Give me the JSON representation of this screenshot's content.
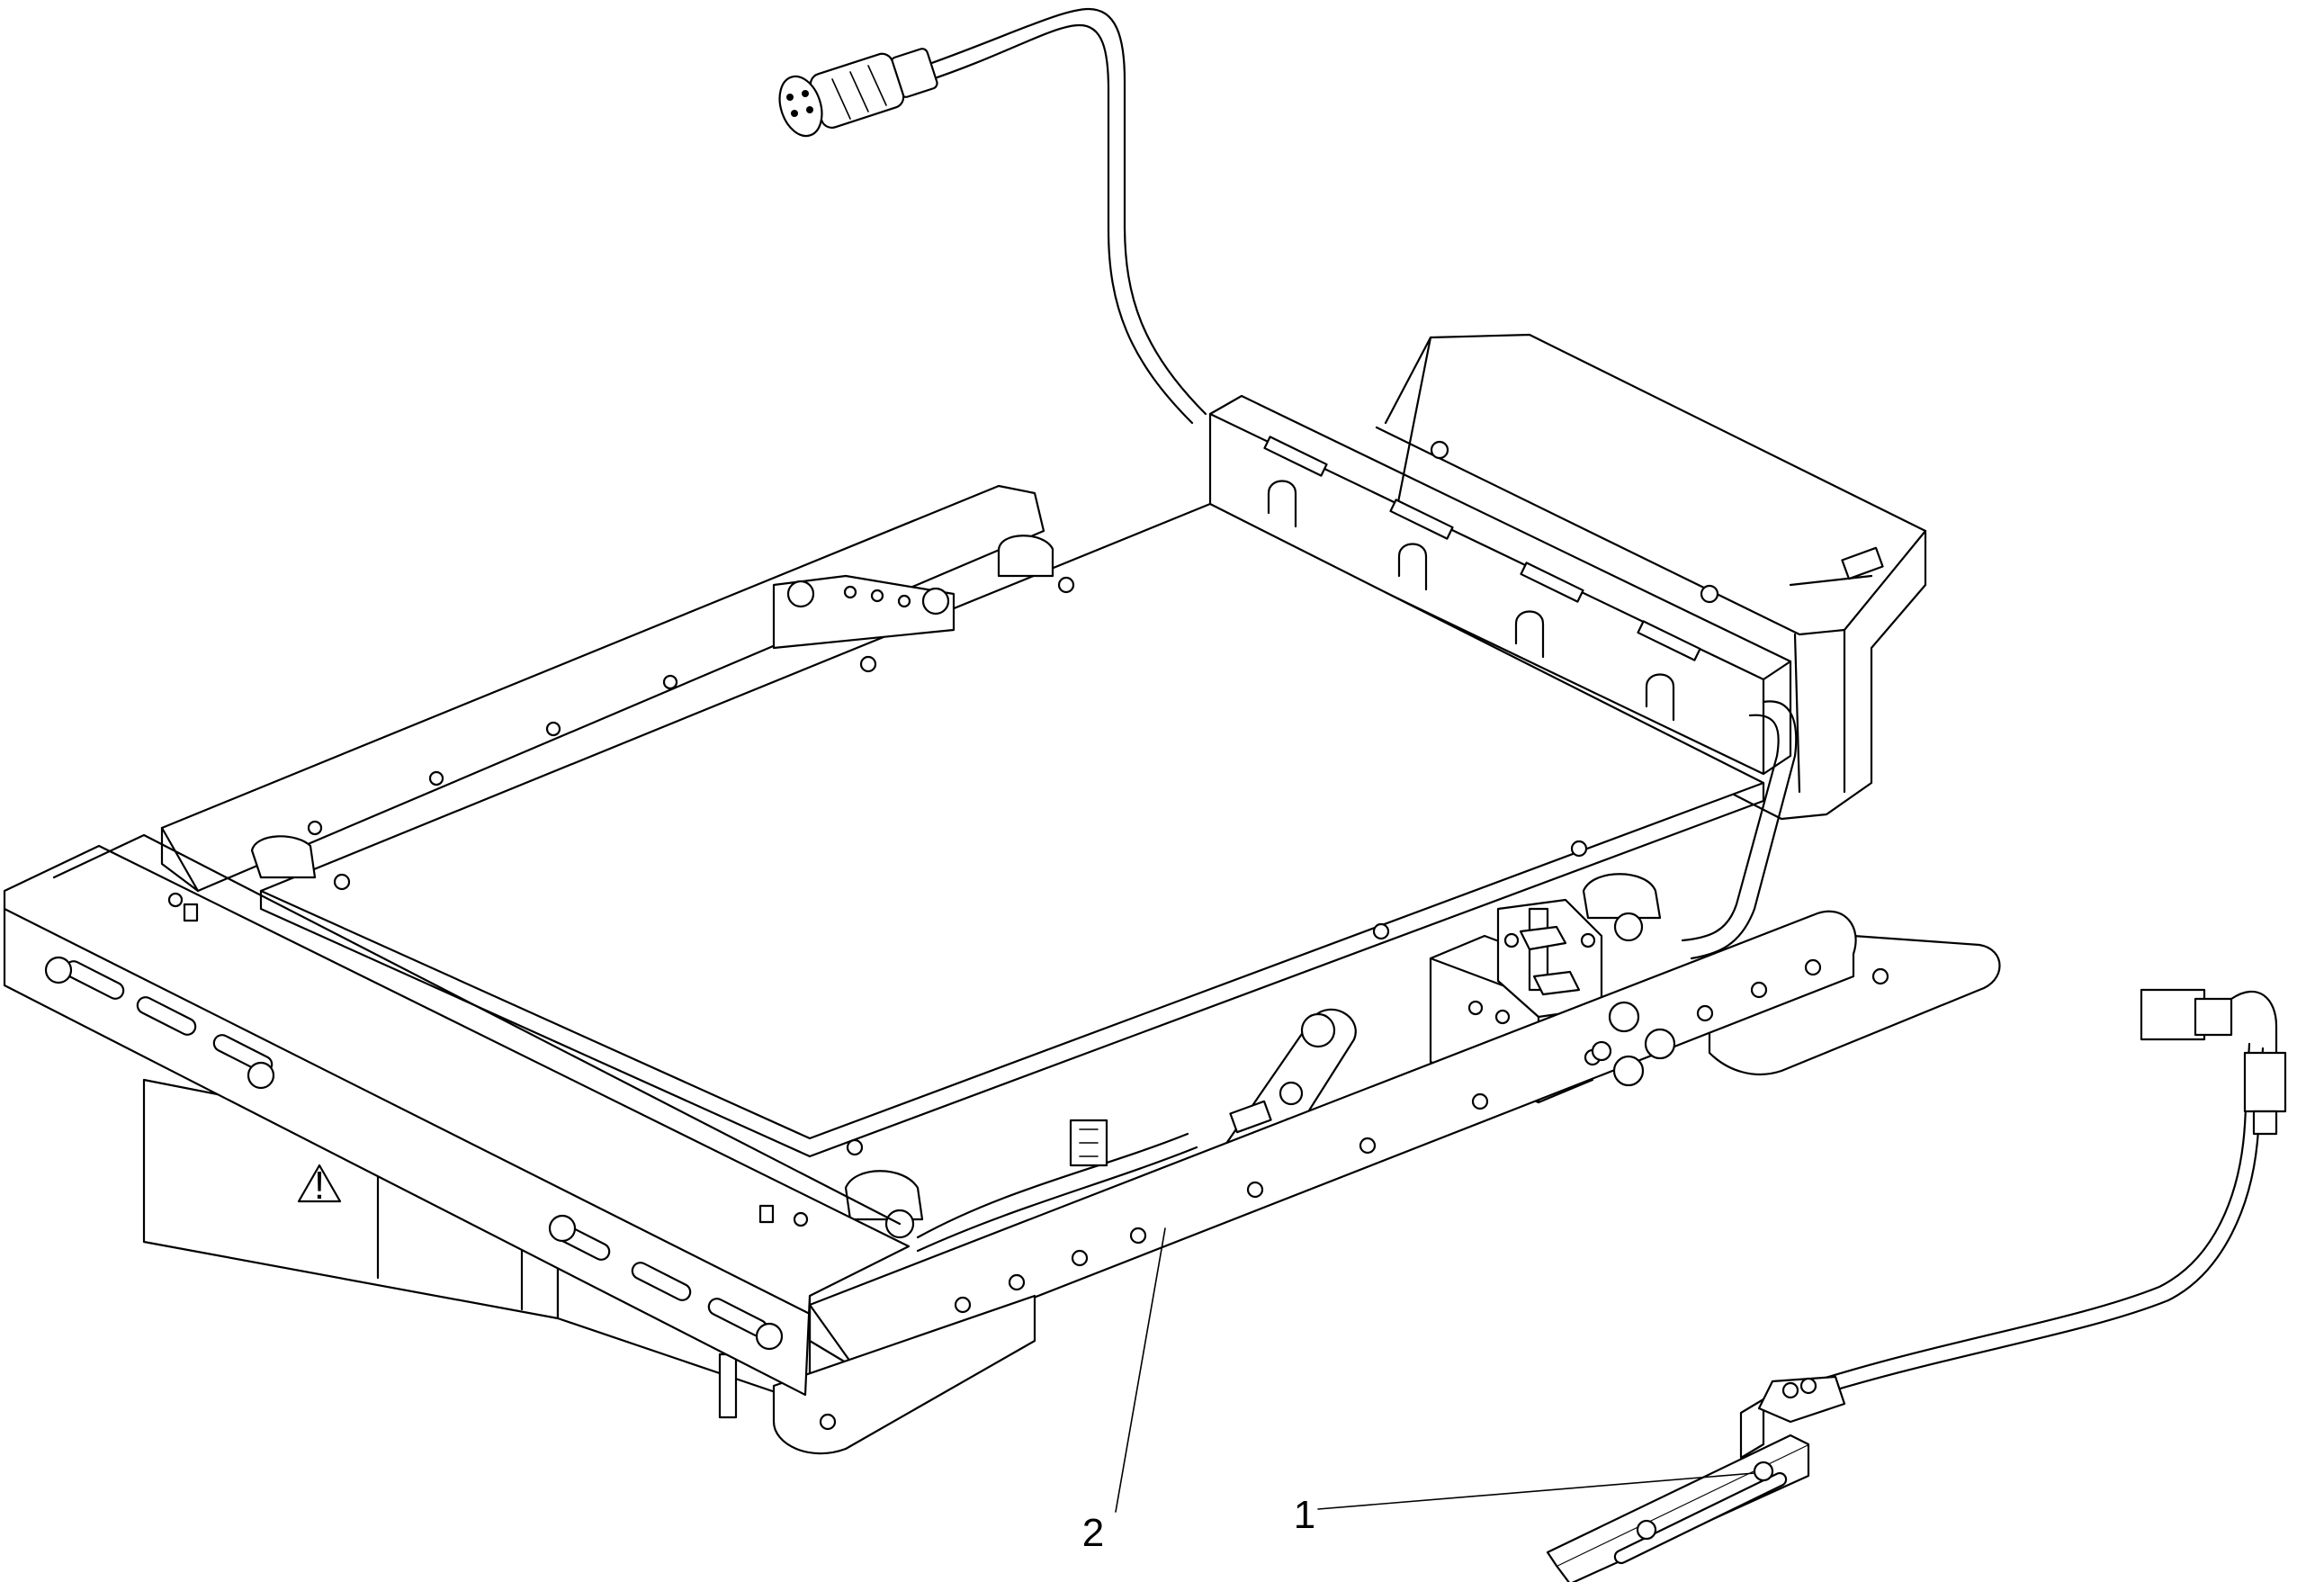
{
  "figure": {
    "callouts": [
      {
        "label": "2",
        "target": "seat-frame"
      },
      {
        "label": "1",
        "target": "sensor-bracket"
      }
    ],
    "warning_symbol": "!"
  }
}
